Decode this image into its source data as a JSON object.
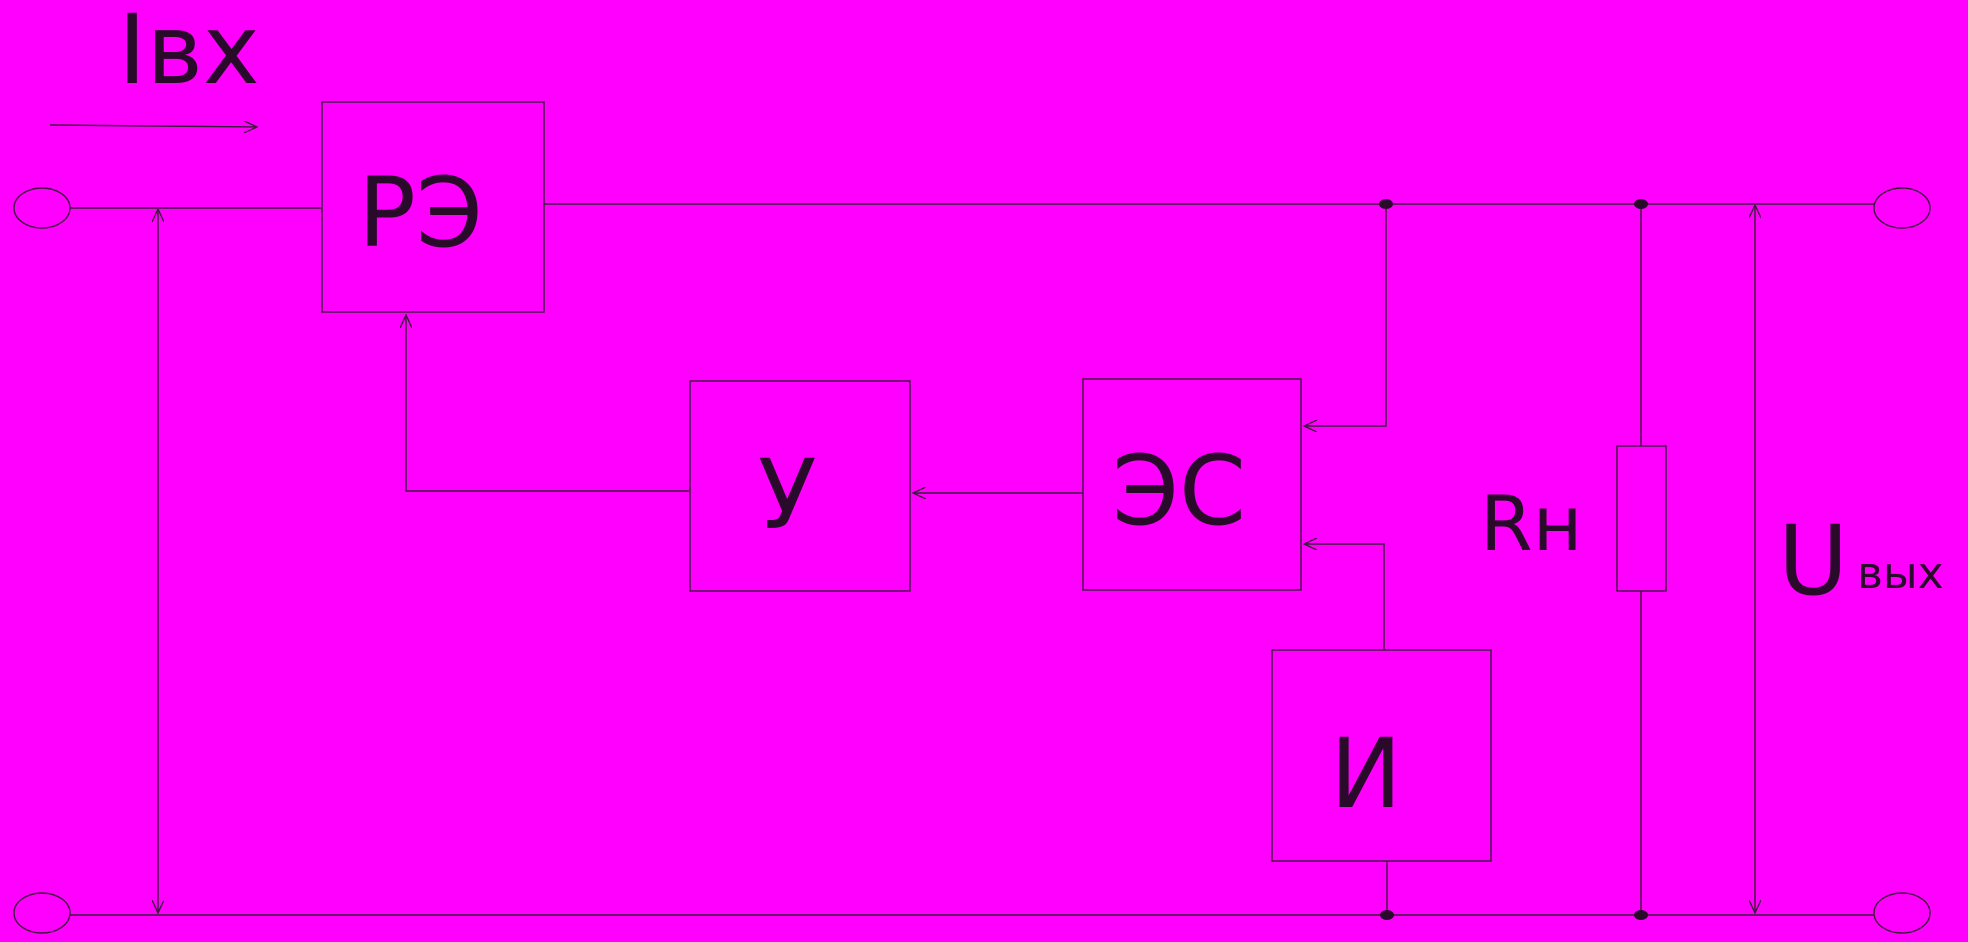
{
  "labels": {
    "input_current": "Iвх",
    "block_re": "РЭ",
    "block_u": "У",
    "block_es": "ЭС",
    "block_i": "И",
    "load_r": "Rн",
    "out_u_main": "U",
    "out_u_sub": "вых"
  },
  "colors": {
    "background": "#ff00ff",
    "ink": "#2a0a2a"
  }
}
